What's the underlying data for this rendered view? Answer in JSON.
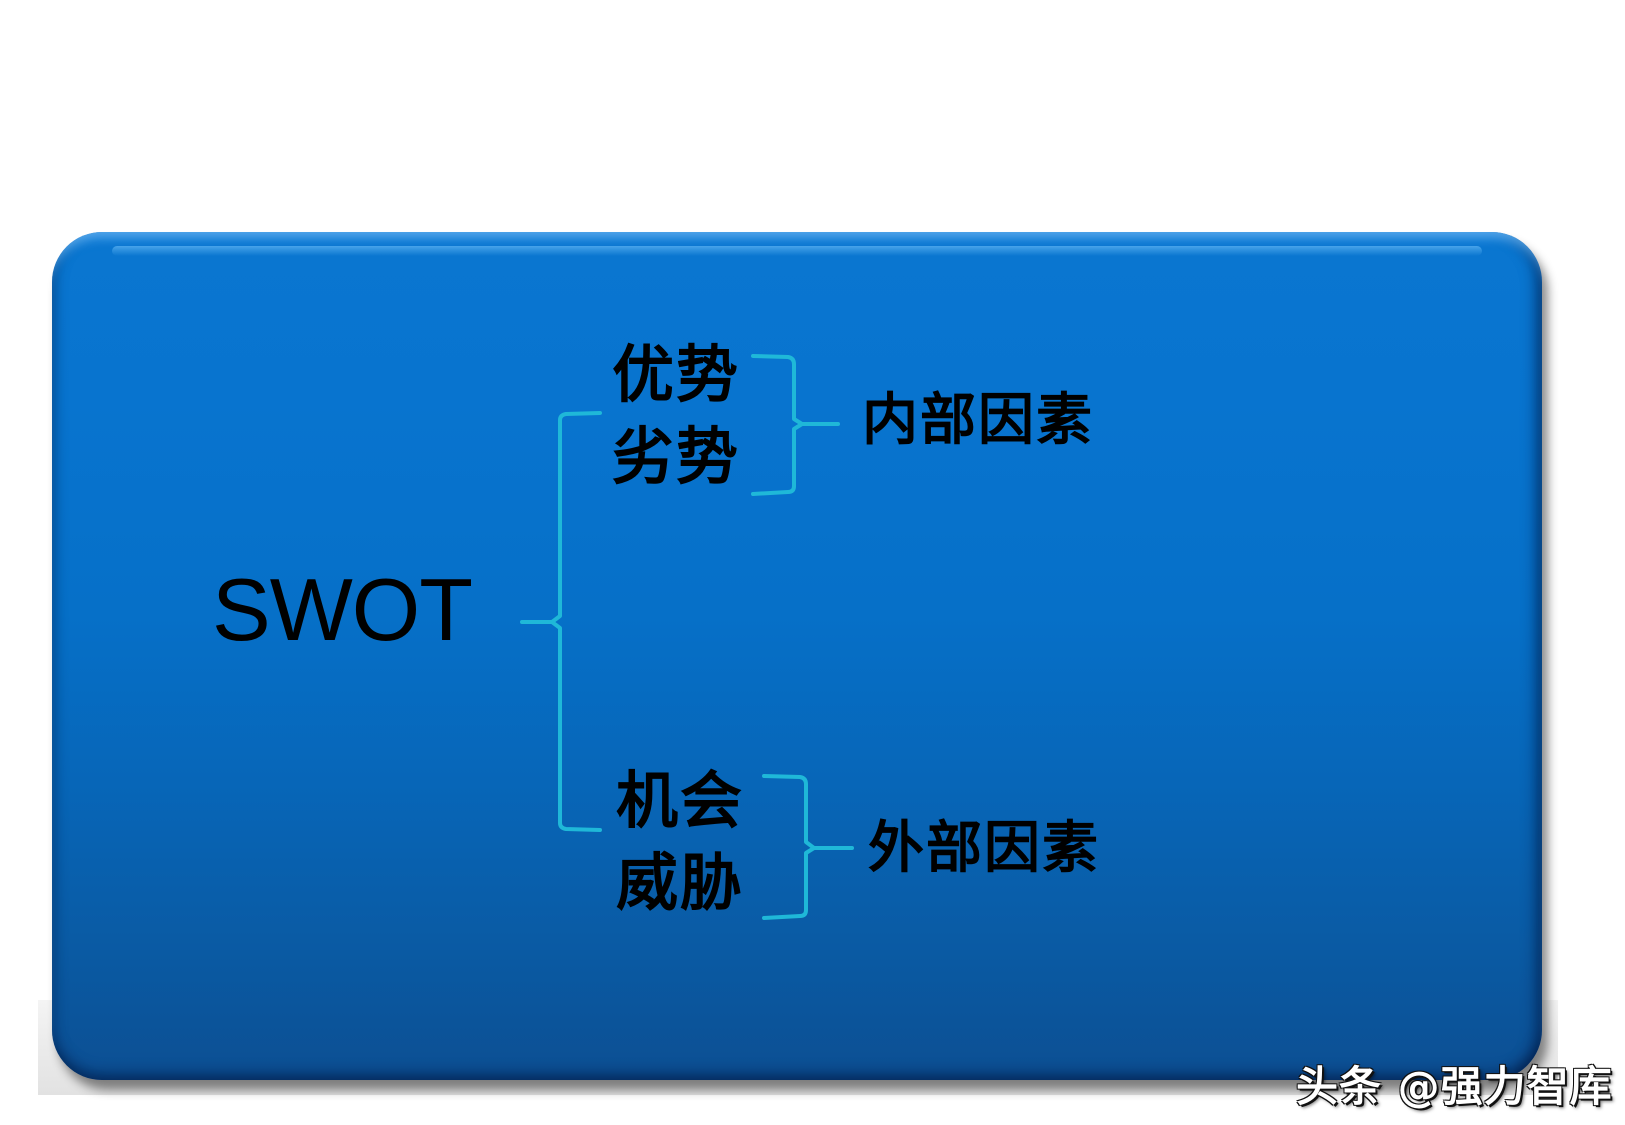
{
  "diagram": {
    "root": "SWOT",
    "items": [
      {
        "label": "优势"
      },
      {
        "label": "劣势"
      },
      {
        "label": "机会"
      },
      {
        "label": "威胁"
      }
    ],
    "groups": [
      {
        "label": "内部因素",
        "members": [
          "优势",
          "劣势"
        ]
      },
      {
        "label": "外部因素",
        "members": [
          "机会",
          "威胁"
        ]
      }
    ]
  },
  "colors": {
    "panel_blue": "#0874cf",
    "panel_blue_dark": "#0c4f93",
    "bracket_cyan": "#1fb8d8",
    "text": "#000000"
  },
  "watermark": {
    "text": "头条 @强力智库"
  }
}
